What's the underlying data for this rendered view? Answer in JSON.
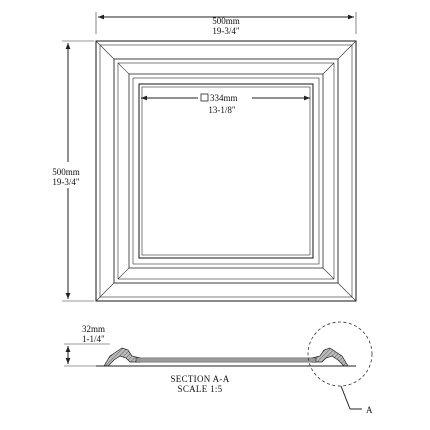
{
  "drawing": {
    "overall_width": {
      "metric": "500mm",
      "imperial": "19-3/4\""
    },
    "overall_height": {
      "metric": "500mm",
      "imperial": "19-3/4\""
    },
    "opening": {
      "symbol": "□",
      "metric": "334mm",
      "imperial": "13-1/8\""
    },
    "depth": {
      "metric": "32mm",
      "imperial": "1-1/4\""
    },
    "section": {
      "title": "SECTION  A-A",
      "scale": "SCALE  1:5"
    },
    "detail_label": "A",
    "colors": {
      "line": "#222222",
      "paper": "#ffffff",
      "section_fill": "#9a9a9a"
    }
  }
}
